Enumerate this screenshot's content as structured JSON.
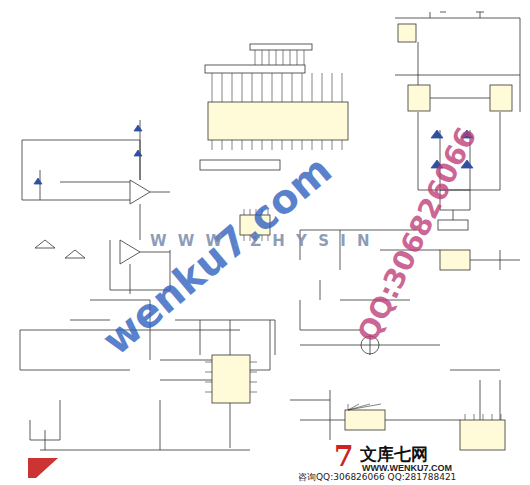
{
  "diagram": {
    "labels": [
      "wenku7.com",
      "QQ:306826066",
      "W W W . Z H Y S I N",
      "7",
      "文库七网",
      "WWW.WENKU7.COM",
      "咨询QQ:306826066 QQ:281788421"
    ]
  }
}
